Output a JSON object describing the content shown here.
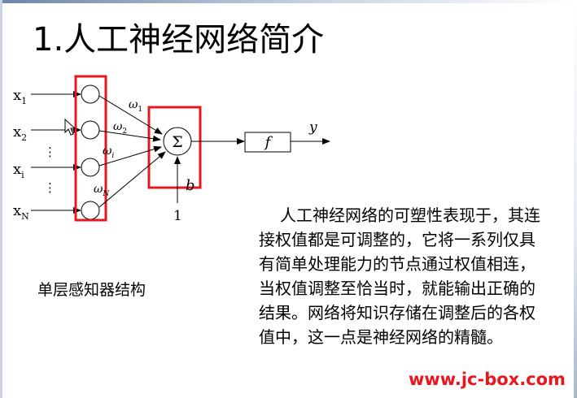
{
  "title": "1.人工神经网络简介",
  "diagram": {
    "inputs": [
      {
        "base": "x",
        "sub": "1"
      },
      {
        "base": "x",
        "sub": "2"
      },
      {
        "base": "x",
        "sub": "i"
      },
      {
        "base": "x",
        "sub": "N"
      }
    ],
    "weights": [
      {
        "base": "ω",
        "sub": "1"
      },
      {
        "base": "ω",
        "sub": "2"
      },
      {
        "base": "ω",
        "sub": "i"
      },
      {
        "base": "ω",
        "sub": "N"
      }
    ],
    "ellipsis": "⋮",
    "sum_symbol": "Σ",
    "bias_label": "b",
    "bias_input": "1",
    "activation": "f",
    "output": "y"
  },
  "caption": "单层感知器结构",
  "description": "人工神经网络的可塑性表现于，其连接权值都是可调整的，它将一系列仅具有简单处理能力的节点通过权值相连，当权值调整至恰当时，就能输出正确的结果。网络将知识存储在调整后的各权值中，这一点是神经网络的精髓。",
  "watermark": "www.jc-box.com",
  "colors": {
    "highlight_box": "#e8171f",
    "watermark": "#e8171f",
    "lines": "#000000"
  }
}
